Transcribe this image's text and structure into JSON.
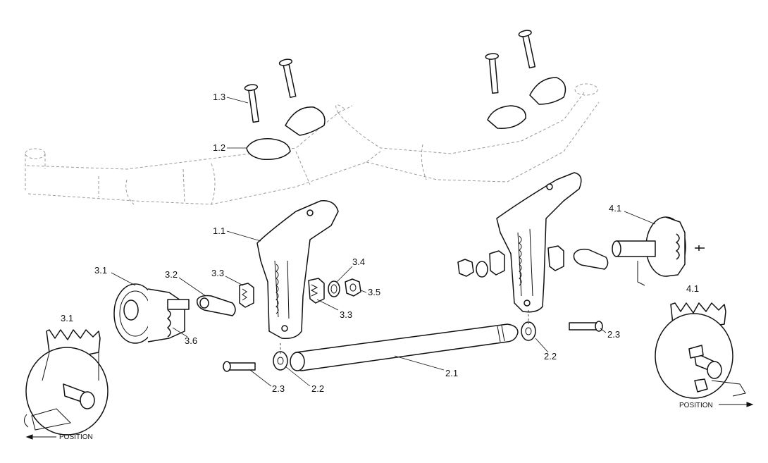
{
  "callouts": {
    "c1_3": "1.3",
    "c1_2": "1.2",
    "c1_1": "1.1",
    "c3_1_top": "3.1",
    "c3_2": "3.2",
    "c3_3_top": "3.3",
    "c3_4": "3.4",
    "c3_5": "3.5",
    "c3_3_bottom": "3.3",
    "c3_6": "3.6",
    "c3_1_inset": "3.1",
    "c2_3_left": "2.3",
    "c2_2_left": "2.2",
    "c2_1": "2.1",
    "c2_2_right": "2.2",
    "c2_3_right": "2.3",
    "c4_1_top": "4.1",
    "c4_1_inset": "4.1"
  },
  "insets": {
    "left_position_label": "POSITION",
    "right_position_label": "POSITION"
  },
  "colors": {
    "ink": "#111111",
    "ghost_frame": "#9a9a9a",
    "background": "#ffffff"
  }
}
